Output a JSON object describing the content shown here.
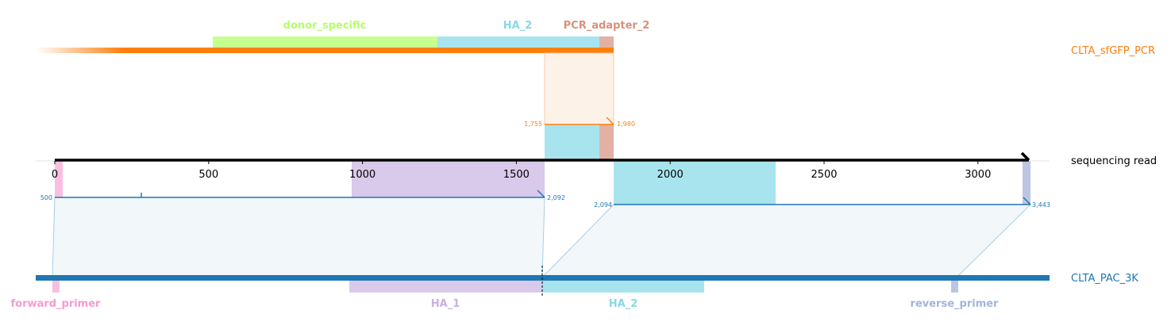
{
  "top_reference": {
    "name": "CLTA_sfGFP_PCR",
    "color": "#ff7f0e",
    "features": [
      {
        "label": "donor_specific",
        "color": "#b5ff66"
      },
      {
        "label": "HA_2",
        "color": "#88d8e6"
      },
      {
        "label": "PCR_adapter_2",
        "color": "#d9907a"
      }
    ],
    "alignment": {
      "start_label": "1,755",
      "end_label": "1,980"
    }
  },
  "sequencing_read": {
    "name": "sequencing read",
    "axis_ticks": [
      "0",
      "500",
      "1000",
      "1500",
      "2000",
      "2500",
      "3000"
    ],
    "axis_range": [
      0,
      3170
    ]
  },
  "bottom_reference": {
    "name": "CLTA_PAC_3K",
    "color": "#1f77b4",
    "features": [
      {
        "label": "forward_primer",
        "color": "#f79ad0"
      },
      {
        "label": "HA_1",
        "color": "#c8b0e0"
      },
      {
        "label": "HA_2",
        "color": "#88d8e6"
      },
      {
        "label": "reverse_primer",
        "color": "#a4b4d8"
      }
    ],
    "alignments": [
      {
        "start_label": "500",
        "end_label": "2,092"
      },
      {
        "start_label": "2,094",
        "end_label": "3,443"
      }
    ]
  }
}
